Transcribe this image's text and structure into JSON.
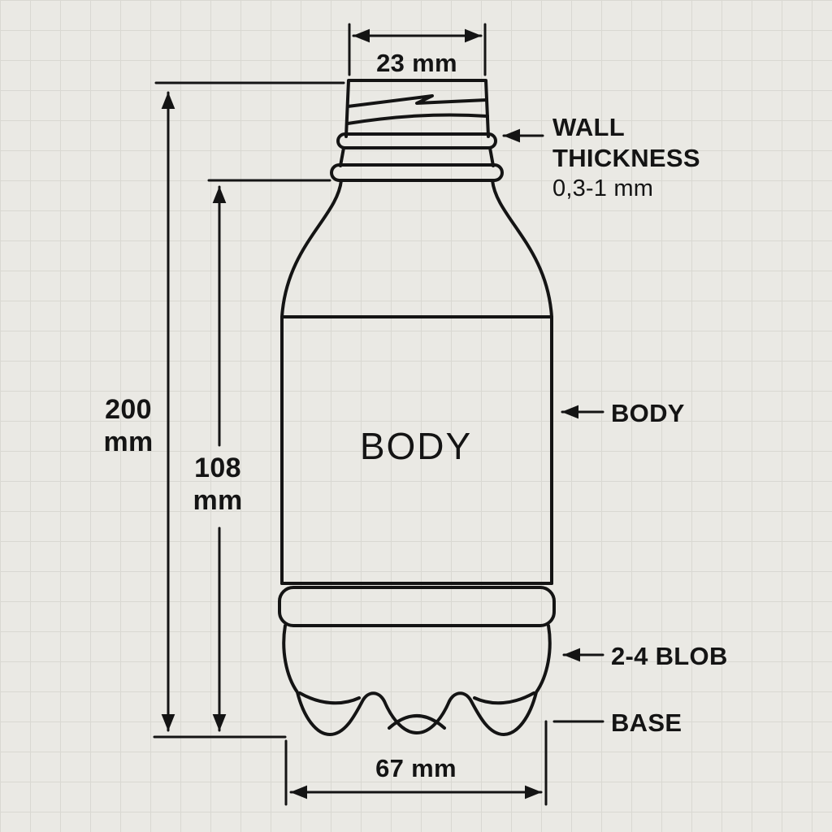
{
  "diagram": {
    "inner_label": "BODY",
    "dimensions": {
      "neck_width": "23 mm",
      "total_height": {
        "value": "200",
        "unit": "mm"
      },
      "body_height": {
        "value": "108",
        "unit": "mm"
      },
      "base_width": "67 mm"
    },
    "annotations": {
      "wall_thickness": {
        "line1": "WALL",
        "line2": "THICKNESS",
        "value": "0,3-1 mm"
      },
      "body": "BODY",
      "blob": "2-4 BLOB",
      "base": "BASE"
    },
    "colors": {
      "background": "#eae9e4",
      "grid_line": "#d9d8d2",
      "ink": "#141414"
    }
  }
}
